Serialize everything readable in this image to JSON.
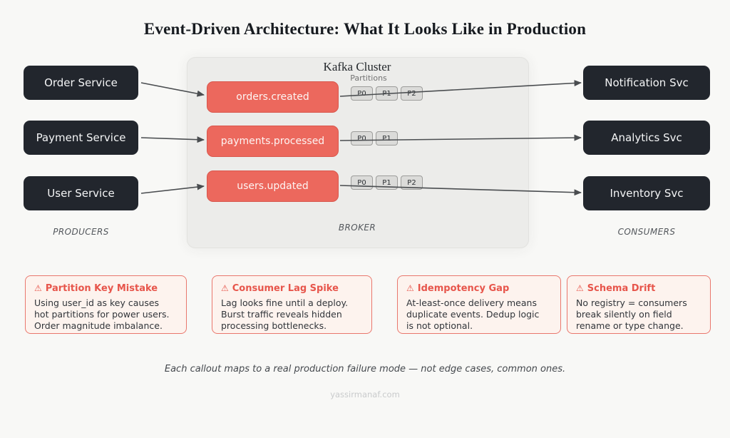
{
  "title": "Event-Driven Architecture: What It Looks Like in Production",
  "producers": {
    "zone_label": "PRODUCERS",
    "items": [
      {
        "label": "Order Service"
      },
      {
        "label": "Payment Service"
      },
      {
        "label": "User Service"
      }
    ]
  },
  "broker": {
    "cluster_title": "Kafka Cluster",
    "partitions_label": "Partitions",
    "zone_label": "BROKER",
    "topics": [
      {
        "name": "orders.created",
        "partitions": [
          "P0",
          "P1",
          "P2"
        ]
      },
      {
        "name": "payments.processed",
        "partitions": [
          "P0",
          "P1"
        ]
      },
      {
        "name": "users.updated",
        "partitions": [
          "P0",
          "P1",
          "P2"
        ]
      }
    ]
  },
  "consumers": {
    "zone_label": "CONSUMERS",
    "items": [
      {
        "label": "Notification Svc"
      },
      {
        "label": "Analytics Svc"
      },
      {
        "label": "Inventory Svc"
      }
    ]
  },
  "callouts": [
    {
      "icon": "⚠",
      "title": "Partition Key Mistake",
      "body_lines": [
        "Using user_id as key causes",
        "hot partitions for power users.",
        "Order magnitude imbalance."
      ]
    },
    {
      "icon": "⚠",
      "title": "Consumer Lag Spike",
      "body_lines": [
        "Lag looks fine until a deploy.",
        "Burst traffic reveals hidden",
        "processing bottlenecks."
      ]
    },
    {
      "icon": "⚠",
      "title": "Idempotency Gap",
      "body_lines": [
        "At-least-once delivery means",
        "duplicate events. Dedup logic",
        "is not optional."
      ]
    },
    {
      "icon": "⚠",
      "title": "Schema Drift",
      "body_lines": [
        "No registry = consumers",
        "break silently on field",
        "rename or type change."
      ]
    }
  ],
  "footer_note": "Each callout maps to a real production failure mode — not edge cases, common ones.",
  "watermark": "yassirmanaf.com",
  "colors": {
    "background": "#f8f8f6",
    "node_dark": "#22262d",
    "topic_salmon": "#ec685d",
    "panel_gray": "#ececea",
    "chip_gray": "#dbdbd9",
    "callout_bg": "#fdf3ee",
    "callout_border": "#e9776d",
    "callout_title": "#e7554b",
    "arrow": "#4a4d50"
  }
}
